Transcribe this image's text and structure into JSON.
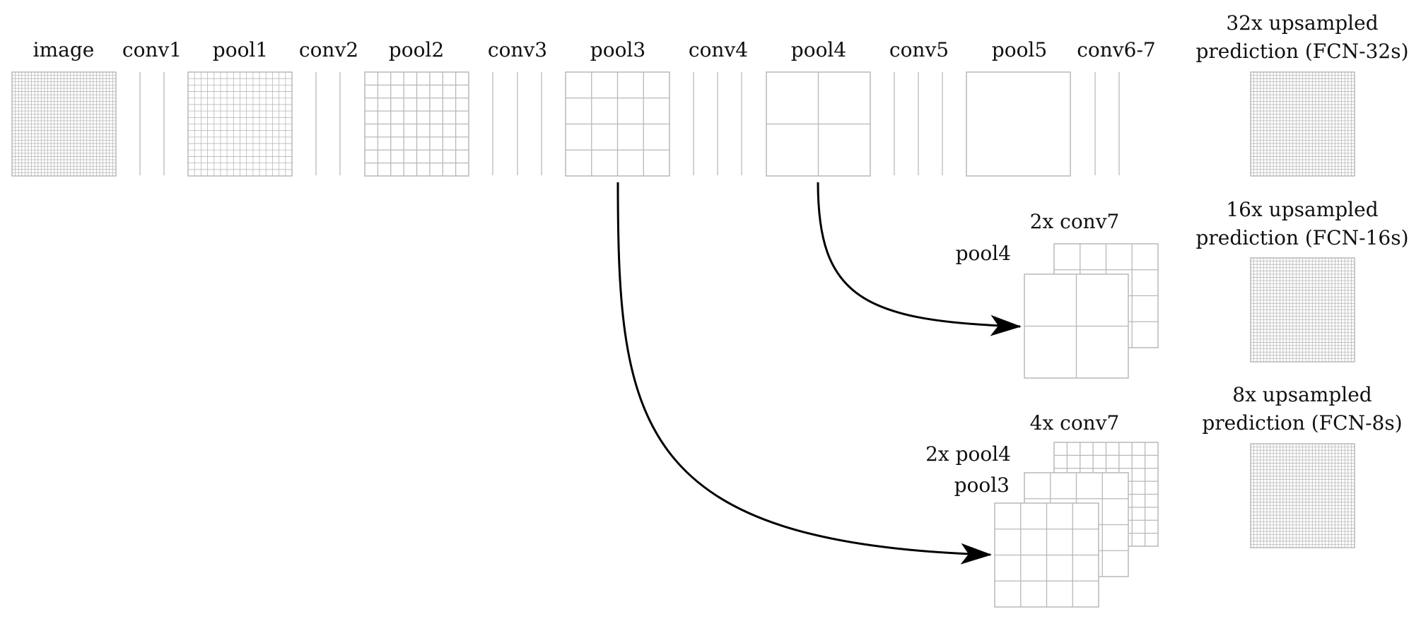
{
  "labels": {
    "image": "image",
    "conv1": "conv1",
    "pool1": "pool1",
    "conv2": "conv2",
    "pool2": "pool2",
    "conv3": "conv3",
    "pool3": "pool3",
    "conv4": "conv4",
    "pool4": "pool4",
    "conv5": "conv5",
    "pool5": "pool5",
    "conv6_7": "conv6-7",
    "pred32_line1": "32x upsampled",
    "pred32_line2": "prediction (FCN-32s)",
    "pred16_line1": "16x upsampled",
    "pred16_line2": "prediction (FCN-16s)",
    "pred8_line1": "8x upsampled",
    "pred8_line2": "prediction (FCN-8s)",
    "row2_conv7": "2x conv7",
    "row2_pool4": "pool4",
    "row3_conv7": "4x conv7",
    "row3_pool4": "2x pool4",
    "row3_pool3": "pool3"
  },
  "grids": {
    "image": 32,
    "pool1": 16,
    "pool2": 8,
    "pool3": 4,
    "pool4": 2,
    "pool5": 1,
    "prediction": 32
  },
  "colors": {
    "grid_line": "#b8b8b8",
    "conv_line": "#c4c4c4",
    "arrow": "#000000",
    "text": "#111111"
  }
}
